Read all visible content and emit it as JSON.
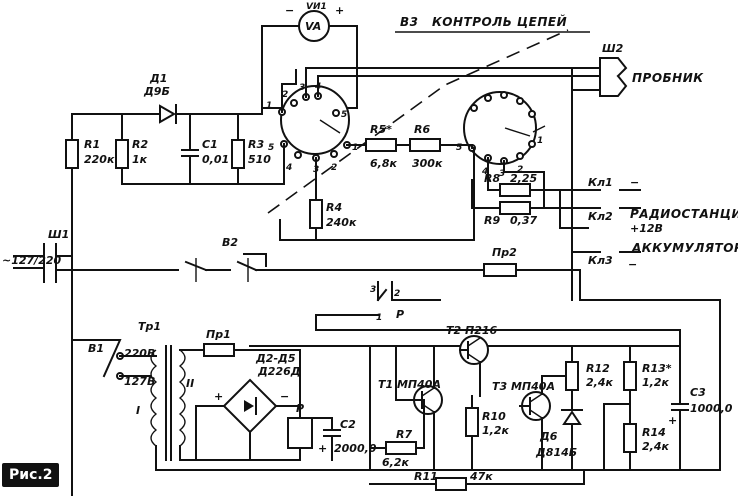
{
  "figure_label": "Рис.2",
  "labels": {
    "meter": "VA",
    "meter_ref": "VИ1",
    "switch_b3": "B3",
    "switch_b3_title": "КОНТРОЛЬ ЦЕПЕЙ",
    "connector_sh2": "Ш2",
    "probe": "ПРОБНИК",
    "connector_sh1": "Ш1",
    "mains": "~127/220",
    "switch_b2": "B2",
    "switch_b1": "B1",
    "b1_220": "220В",
    "b1_127": "127В",
    "tr1": "Тр1",
    "winding_1": "I",
    "winding_2": "II",
    "fuse_pr1": "Пр1",
    "fuse_pr2": "Пр2",
    "kl1": "Кл1",
    "kl2": "Кл2",
    "kl3": "Кл3",
    "radio": "РАДИОСТАНЦИЯ",
    "plus12": "+12В",
    "battery": "АККУМУЛЯТОР",
    "relay_p": "Р",
    "relay_p_contact": "Р",
    "bridge": "Д2-Д5",
    "bridge_type": "Д226Д",
    "d1": "Д1",
    "d1_type": "Д9Б",
    "d6": "Д6",
    "d6_type": "Д814Б",
    "t1": "Т1 МП40А",
    "t2": "Т2 П216",
    "t3": "Т3 МП40А",
    "r1": "R1",
    "r1_val": "220к",
    "r2": "R2",
    "r2_val": "1к",
    "c1": "C1",
    "c1_val": "0,01",
    "r3": "R3",
    "r3_val": "510",
    "r4": "R4",
    "r4_val": "240к",
    "r5": "R5*",
    "r5_val": "6,8к",
    "r6": "R6",
    "r6_val": "300к",
    "r7": "R7",
    "r7_val": "6,2к",
    "r8": "R8",
    "r8_val": "2,25",
    "r9": "R9",
    "r9_val": "0,37",
    "r10": "R10",
    "r10_val": "1,2к",
    "r11": "R11",
    "r11_val": "47к",
    "r12": "R12",
    "r12_val": "2,4к",
    "r13": "R13*",
    "r13_val": "1,2к",
    "r14": "R14",
    "r14_val": "2,4к",
    "c2": "C2",
    "c2_val": "2000,0",
    "c3": "C3",
    "c3_val": "1000,0",
    "plus": "+",
    "minus": "−",
    "pin_1": "1",
    "pin_2": "2",
    "pin_3": "3",
    "pin_4": "4",
    "pin_5": "5"
  }
}
